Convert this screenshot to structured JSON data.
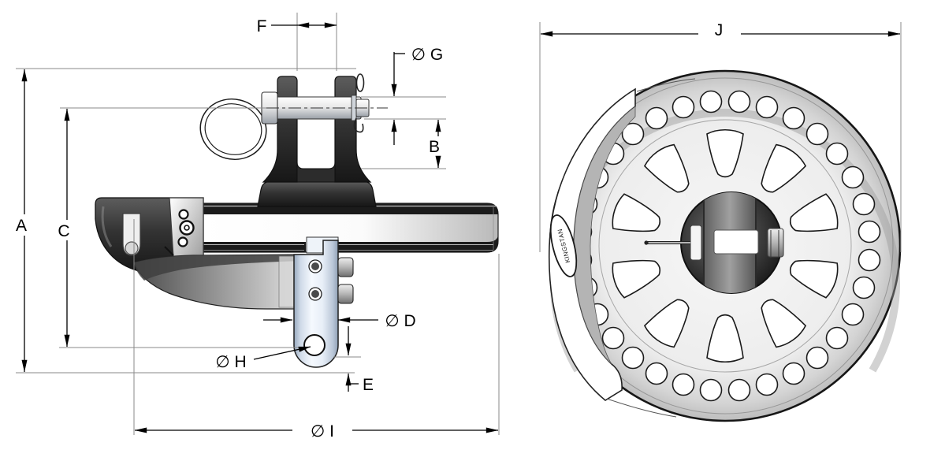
{
  "drawing": {
    "type": "technical-dimension-drawing",
    "dimension_labels": {
      "A": "A",
      "B": "B",
      "C": "C",
      "D": "∅ D",
      "E": "E",
      "F": "F",
      "G": "∅ G",
      "H": "∅ H",
      "I": "∅ I",
      "J": "J"
    },
    "logo_text": "KINGSTAN",
    "colors": {
      "paper": "#ffffff",
      "dimension_line": "#000000",
      "extension_line": "#8a8a8a",
      "dark_part": "#2f2f2f",
      "stem_light": "#dde5ef"
    }
  }
}
